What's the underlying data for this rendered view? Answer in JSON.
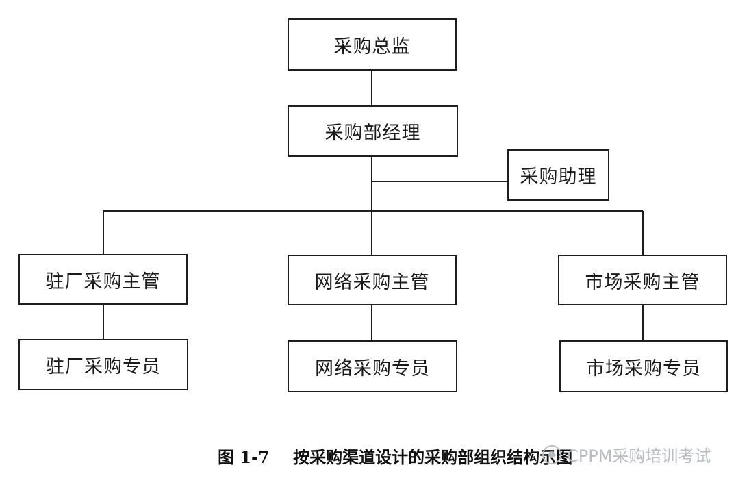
{
  "nodes": {
    "director": "采购总监",
    "manager": "采购部经理",
    "assistant": "采购助理",
    "factory_supervisor": "驻厂采购主管",
    "network_supervisor": "网络采购主管",
    "market_supervisor": "市场采购主管",
    "factory_specialist": "驻厂采购专员",
    "network_specialist": "网络采购专员",
    "market_specialist": "市场采购专员"
  },
  "caption": {
    "figure_no": "图 1-7",
    "text": "按采购渠道设计的采购部组织结构示图"
  },
  "watermark": {
    "text": "CPPM采购培训考试"
  },
  "colors": {
    "line": "#1e1e1e",
    "watermark": "#b8bcc4"
  }
}
